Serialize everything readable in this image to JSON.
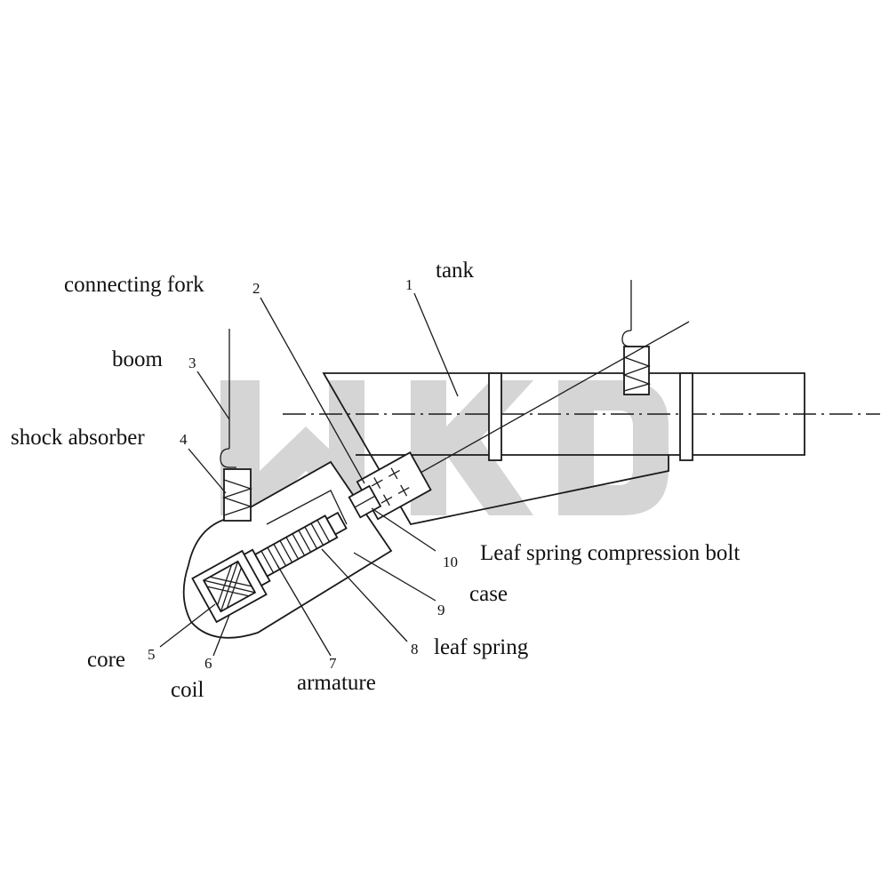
{
  "labels": {
    "tank": "tank",
    "connecting_fork": "connecting fork",
    "boom": "boom",
    "shock_absorber": "shock absorber",
    "leaf_spring_compression_bolt": "Leaf spring compression bolt",
    "case": "case",
    "leaf_spring": "leaf spring",
    "core": "core",
    "coil": "coil",
    "armature": "armature"
  },
  "numbers": {
    "n1": "1",
    "n2": "2",
    "n3": "3",
    "n4": "4",
    "n5": "5",
    "n6": "6",
    "n7": "7",
    "n8": "8",
    "n9": "9",
    "n10": "10"
  },
  "watermark": {
    "logo_text": "WKD",
    "color": "#9a9a9a"
  }
}
